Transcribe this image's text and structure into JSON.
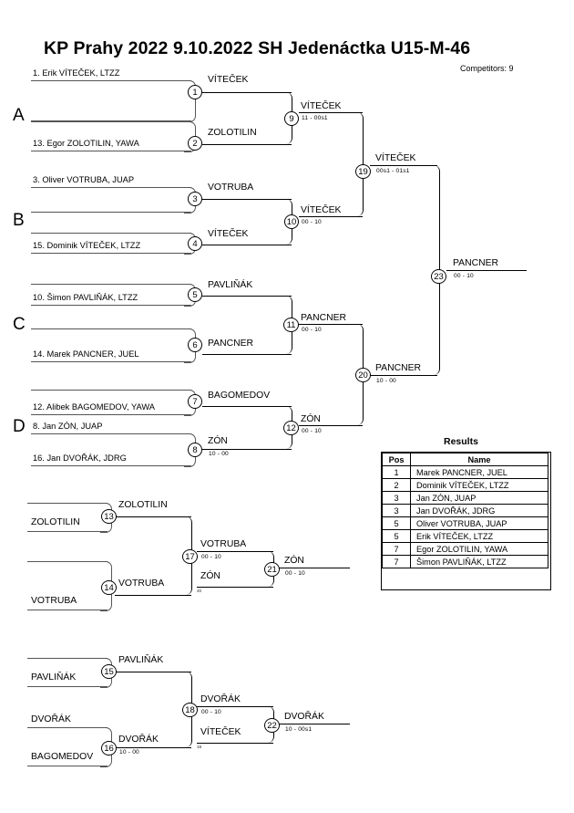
{
  "header": {
    "title": "KP Prahy 2022  9.10.2022  SH Jedenáctka   U15-M-46",
    "competitors": "Competitors: 9"
  },
  "groups": [
    {
      "letter": "A"
    },
    {
      "letter": "B"
    },
    {
      "letter": "C"
    },
    {
      "letter": "D"
    }
  ],
  "entrants": [
    {
      "seed_name": "1. Erik VÍTEČEK, LTZZ"
    },
    {
      "seed_name": "13. Egor ZOLOTILIN, YAWA"
    },
    {
      "seed_name": "3. Oliver VOTRUBA, JUAP"
    },
    {
      "seed_name": "15. Dominik VÍTEČEK, LTZZ"
    },
    {
      "seed_name": "10. Šimon PAVLIŇÁK, LTZZ"
    },
    {
      "seed_name": "14. Marek PANCNER, JUEL"
    },
    {
      "seed_name": "12. Alibek BAGOMEDOV, YAWA"
    },
    {
      "seed_name": "8. Jan ZÓN, JUAP"
    },
    {
      "seed_name": "16. Jan DVOŘÁK, JDRG"
    }
  ],
  "main_bracket": {
    "round1": [
      {
        "num": "1",
        "winner": "VÍTEČEK",
        "score": ""
      },
      {
        "num": "2",
        "winner": "ZOLOTILIN",
        "score": ""
      },
      {
        "num": "3",
        "winner": "VOTRUBA",
        "score": ""
      },
      {
        "num": "4",
        "winner": "VÍTEČEK",
        "score": ""
      },
      {
        "num": "5",
        "winner": "PAVLIŇÁK",
        "score": ""
      },
      {
        "num": "6",
        "winner": "PANCNER",
        "score": ""
      },
      {
        "num": "7",
        "winner": "BAGOMEDOV",
        "score": ""
      },
      {
        "num": "8",
        "winner": "ZÓN",
        "score": "10 - 00"
      }
    ],
    "round2": [
      {
        "num": "9",
        "winner": "VÍTEČEK",
        "score": "11 - 00s1"
      },
      {
        "num": "10",
        "winner": "VÍTEČEK",
        "score": "00 - 10"
      },
      {
        "num": "11",
        "winner": "PANCNER",
        "score": "00 - 10"
      },
      {
        "num": "12",
        "winner": "ZÓN",
        "score": "00 - 10"
      }
    ],
    "semis": [
      {
        "num": "19",
        "winner": "VÍTEČEK",
        "score": "00s1 - 01s1"
      },
      {
        "num": "20",
        "winner": "PANCNER",
        "score": "10 - 00"
      }
    ],
    "final": {
      "num": "23",
      "winner": "PANCNER",
      "score": "00 - 10"
    }
  },
  "repechage_top": {
    "feeders": [
      {
        "num": "13",
        "slot_bottom": "ZOLOTILIN",
        "winner": "ZOLOTILIN",
        "score": ""
      },
      {
        "num": "14",
        "slot_bottom": "VOTRUBA",
        "winner": "VOTRUBA",
        "score": ""
      }
    ],
    "round": {
      "num": "17",
      "winner": "VOTRUBA",
      "score": "00 - 10"
    },
    "drop_in": {
      "name": "ZÓN",
      "from": "20"
    },
    "final": {
      "num": "21",
      "winner": "ZÓN",
      "score": "00 - 10"
    }
  },
  "repechage_bottom": {
    "feeders": [
      {
        "num": "15",
        "slot_bottom": "PAVLIŇÁK",
        "winner": "PAVLIŇÁK",
        "score": ""
      },
      {
        "num": "16",
        "slot_top": "DVOŘÁK",
        "slot_bottom": "BAGOMEDOV",
        "winner": "DVOŘÁK",
        "score": "10 - 00"
      }
    ],
    "round": {
      "num": "18",
      "winner": "DVOŘÁK",
      "score": "00 - 10"
    },
    "drop_in": {
      "name": "VÍTEČEK",
      "from": "19"
    },
    "final": {
      "num": "22",
      "winner": "DVOŘÁK",
      "score": "10 - 00s1"
    }
  },
  "results": {
    "title": "Results",
    "columns": [
      "Pos",
      "Name"
    ],
    "rows": [
      {
        "pos": "1",
        "name": "Marek PANCNER, JUEL"
      },
      {
        "pos": "2",
        "name": "Dominik VÍTEČEK, LTZZ"
      },
      {
        "pos": "3",
        "name": "Jan ZÓN, JUAP"
      },
      {
        "pos": "3",
        "name": "Jan DVOŘÁK, JDRG"
      },
      {
        "pos": "5",
        "name": "Oliver VOTRUBA, JUAP"
      },
      {
        "pos": "5",
        "name": "Erik VÍTEČEK, LTZZ"
      },
      {
        "pos": "7",
        "name": "Egor ZOLOTILIN, YAWA"
      },
      {
        "pos": "7",
        "name": "Šimon PAVLIŇÁK, LTZZ"
      }
    ]
  }
}
